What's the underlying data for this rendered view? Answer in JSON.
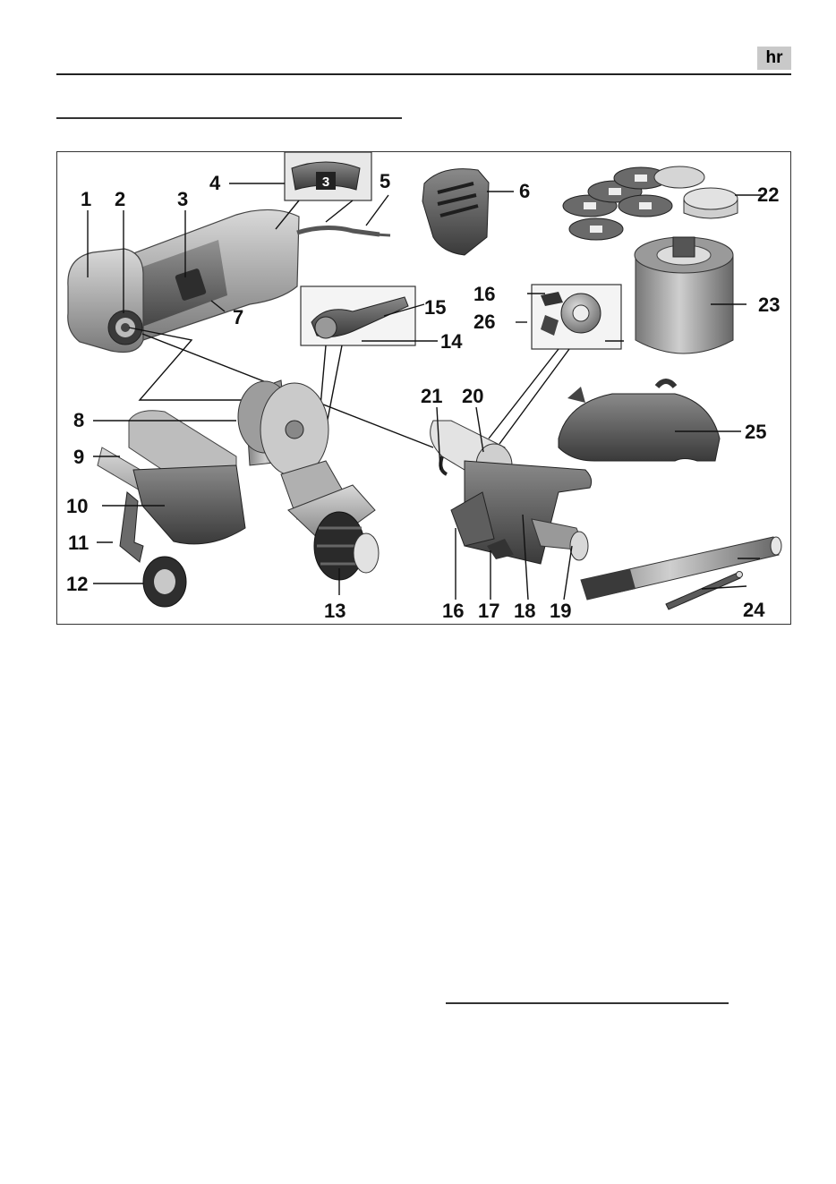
{
  "header": {
    "language_badge": "hr"
  },
  "figure": {
    "callouts": [
      "1",
      "2",
      "3",
      "4",
      "5",
      "6",
      "7",
      "8",
      "9",
      "10",
      "11",
      "12",
      "13",
      "14",
      "15",
      "16",
      "17",
      "18",
      "19",
      "20",
      "21",
      "22",
      "23",
      "24",
      "25",
      "26"
    ],
    "dial_number": "3"
  }
}
